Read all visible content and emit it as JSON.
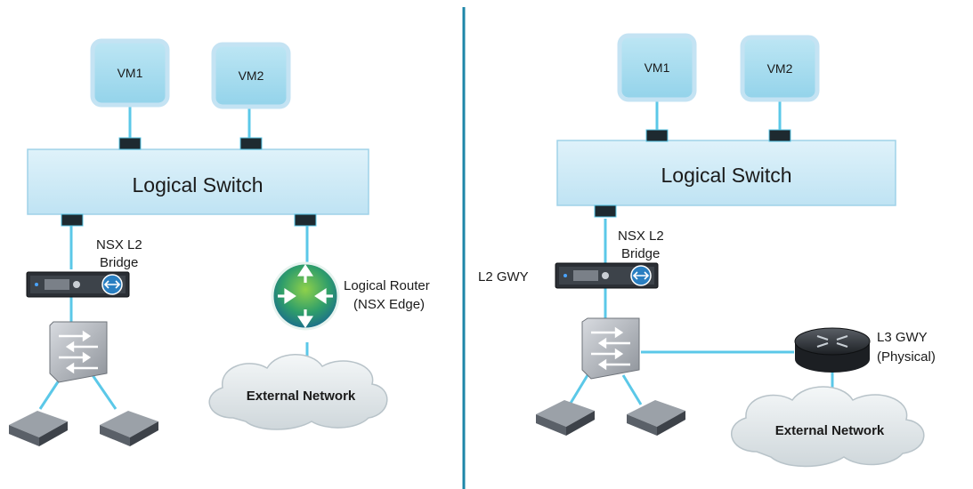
{
  "left_panel": {
    "vm1": "VM1",
    "vm2": "VM2",
    "switch_label": "Logical Switch",
    "bridge_line1": "NSX L2",
    "bridge_line2": "Bridge",
    "router_line1": "Logical Router",
    "router_line2": "(NSX Edge)",
    "external_network": "External Network"
  },
  "right_panel": {
    "vm1": "VM1",
    "vm2": "VM2",
    "switch_label": "Logical Switch",
    "bridge_line1": "NSX L2",
    "bridge_line2": "Bridge",
    "l2_gwy": "L2 GWY",
    "l3_line1": "L3 GWY",
    "l3_line2": "(Physical)",
    "external_network": "External Network"
  },
  "colors": {
    "link": "#5bc8e8",
    "divider": "#1d86a8",
    "switch_fill": "#cfeaf6",
    "vm_fill": "#a8dcef",
    "vm_border": "#b9dcf0",
    "port": "#1e2a30"
  }
}
